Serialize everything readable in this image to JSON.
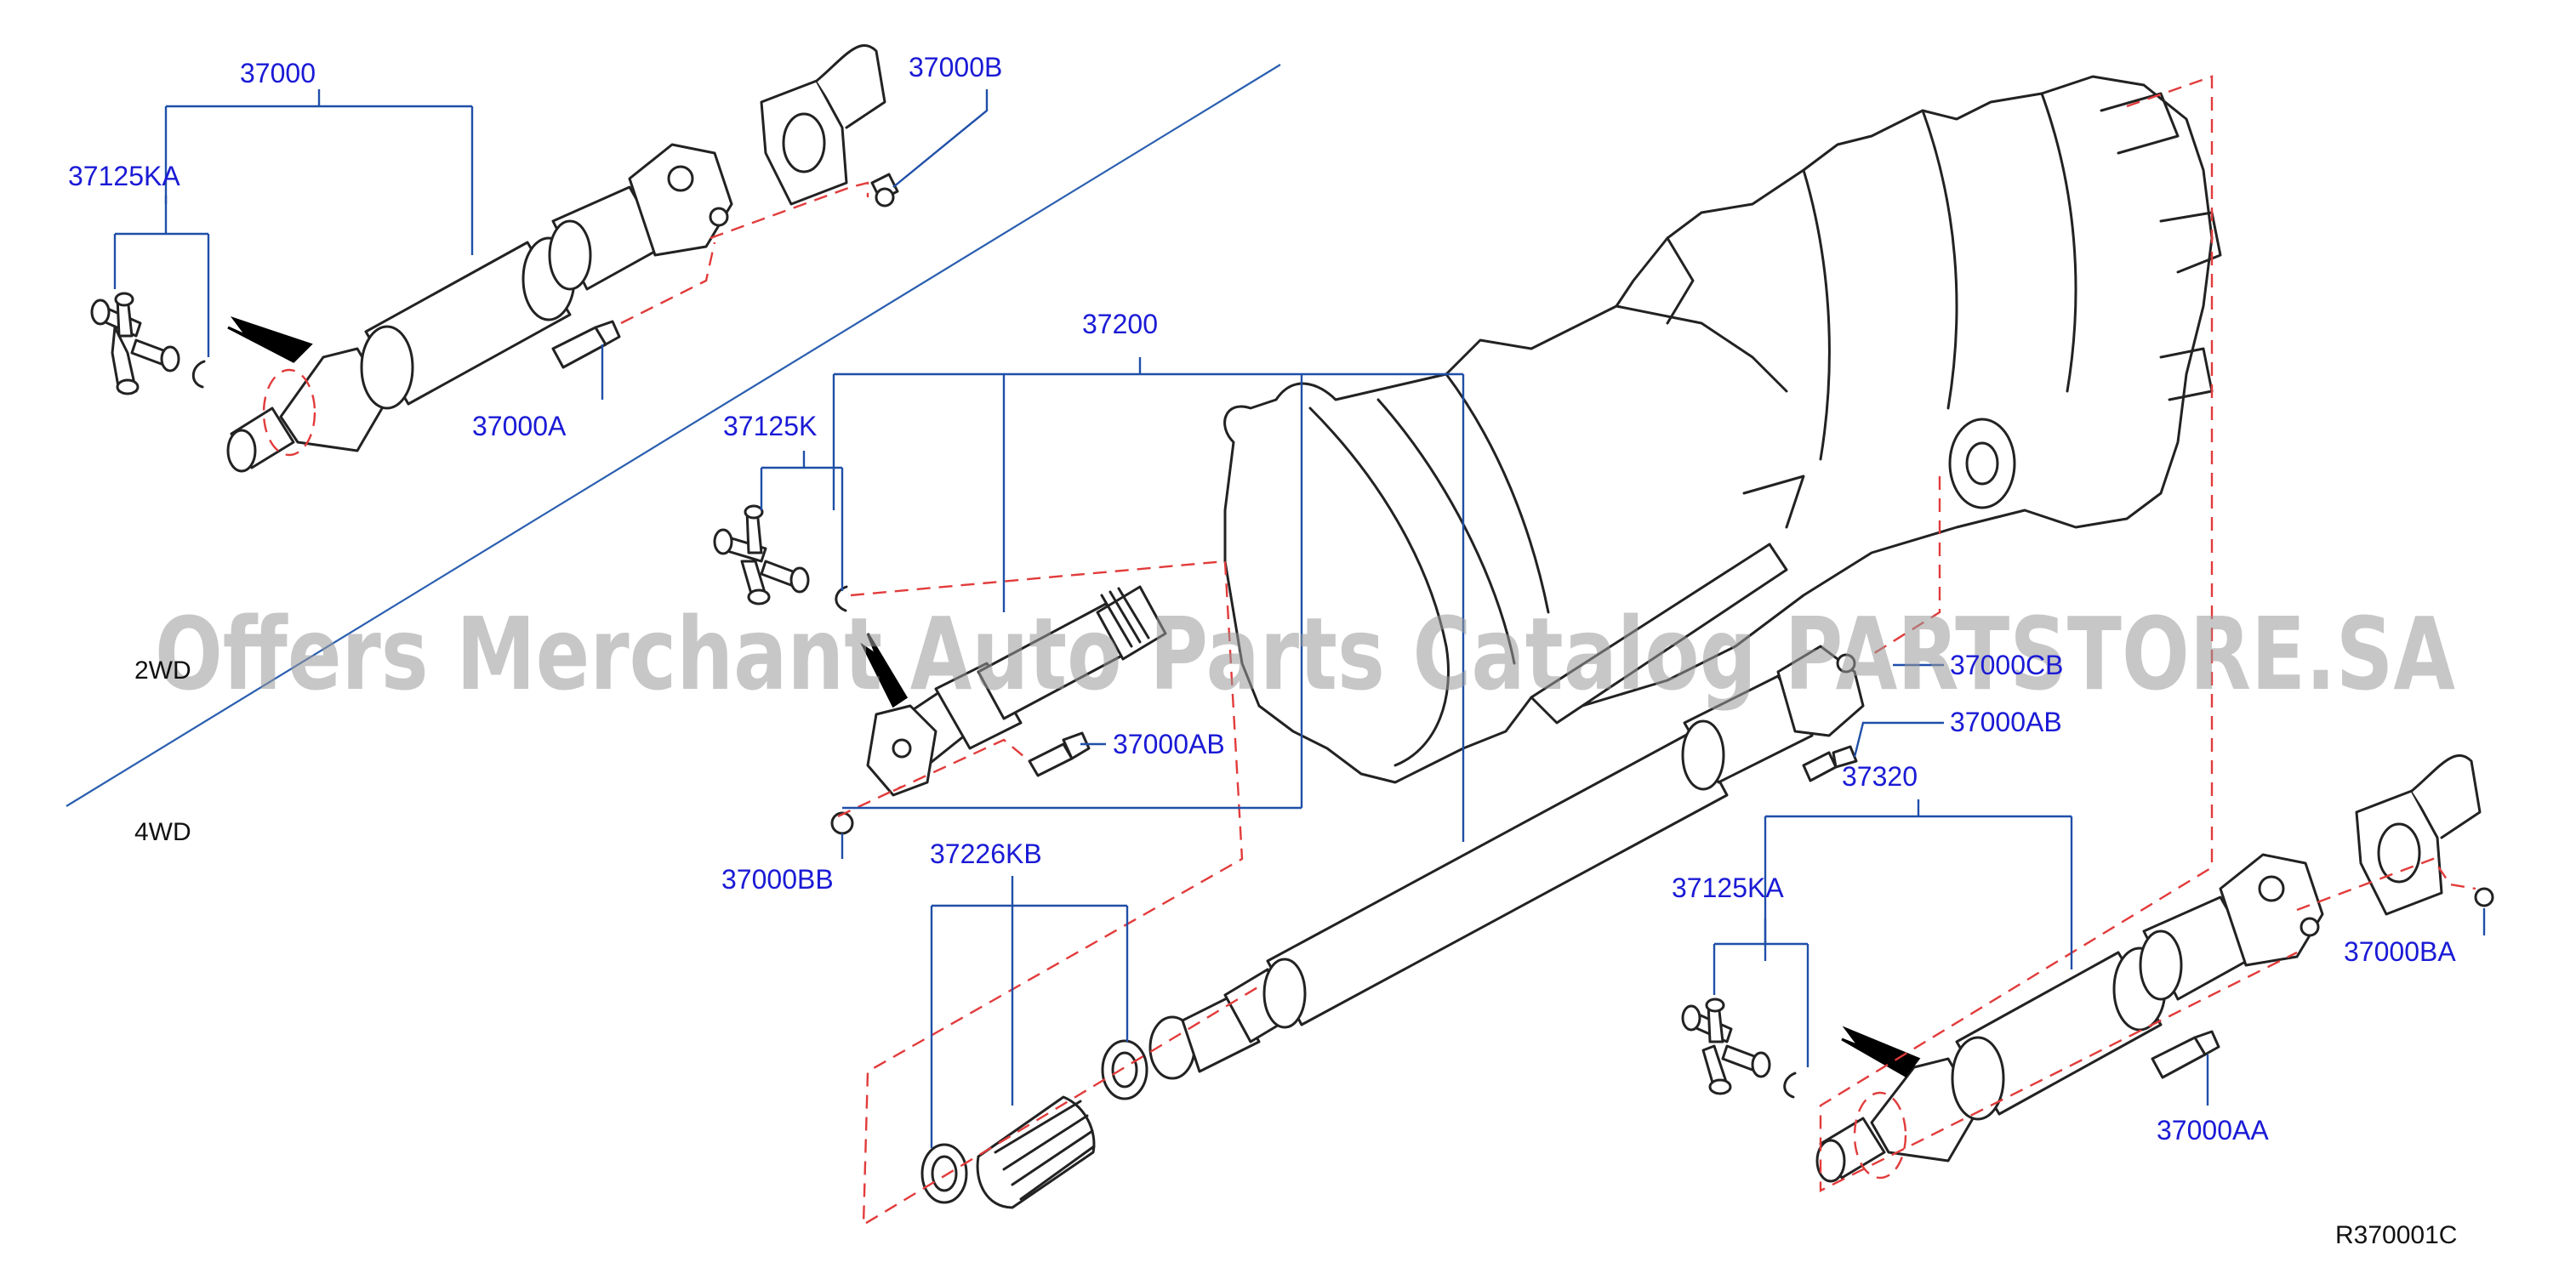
{
  "diagram": {
    "reference_code": "R370001C",
    "watermark": "Offers Merchant Auto Parts Catalog PARTSTORE.SA",
    "variant_labels": {
      "upper": "2WD",
      "lower": "4WD"
    },
    "callouts": {
      "c37000": "37000",
      "c37000B": "37000B",
      "c37125KA_upper": "37125KA",
      "c37000A": "37000A",
      "c37200": "37200",
      "c37125K": "37125K",
      "c37000AB_left": "37000AB",
      "c37000BB": "37000BB",
      "c37226KB": "37226KB",
      "c37000CB": "37000CB",
      "c37000AB_right": "37000AB",
      "c37320": "37320",
      "c37125KA_lower": "37125KA",
      "c37000BA": "37000BA",
      "c37000AA": "37000AA"
    }
  }
}
